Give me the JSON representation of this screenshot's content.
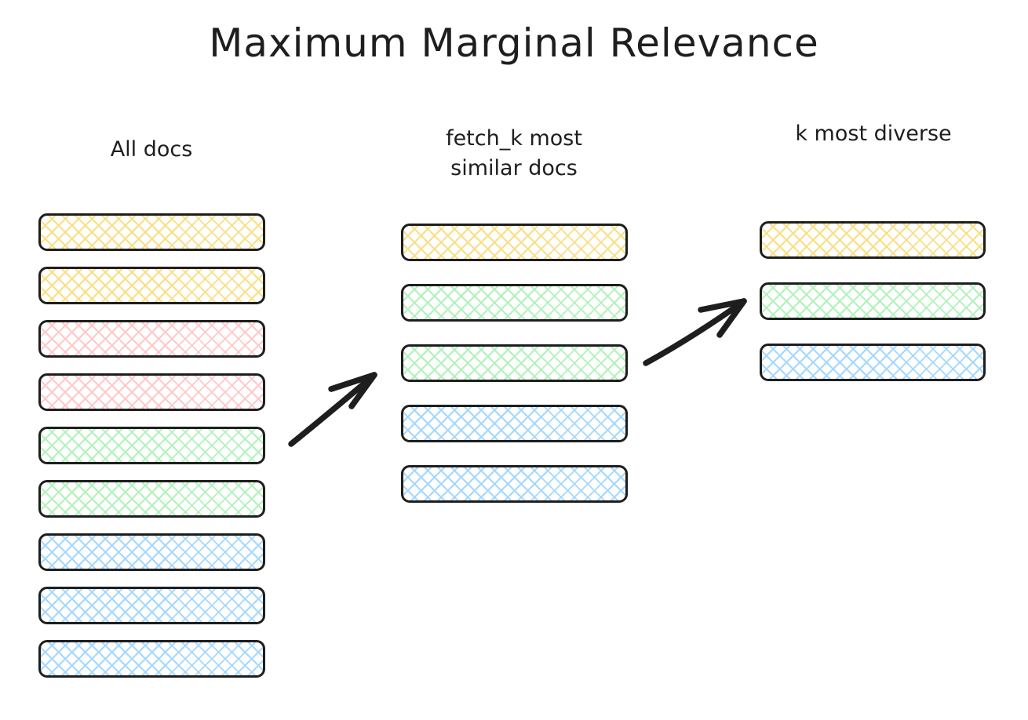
{
  "title": "Maximum Marginal Relevance",
  "palette": {
    "stroke": "#1e1e1e",
    "yellow": "#f9df85",
    "red": "#ffc9c9",
    "green": "#b2f2bb",
    "blue": "#a5d8ff"
  },
  "columns": [
    {
      "id": "all-docs",
      "label": "All docs",
      "docs": [
        "yellow",
        "yellow",
        "red",
        "red",
        "green",
        "green",
        "blue",
        "blue",
        "blue"
      ]
    },
    {
      "id": "fetch-k-most-similar",
      "label": "fetch_k most\nsimilar docs",
      "docs": [
        "yellow",
        "green",
        "green",
        "blue",
        "blue"
      ]
    },
    {
      "id": "k-most-diverse",
      "label": "k most diverse",
      "docs": [
        "yellow",
        "green",
        "blue"
      ]
    }
  ],
  "arrows": [
    {
      "name": "arrow-all-docs-to-fetch-k",
      "from": "all-docs",
      "to": "fetch-k-most-similar"
    },
    {
      "name": "arrow-fetch-k-to-k-most-diverse",
      "from": "fetch-k-most-similar",
      "to": "k-most-diverse"
    }
  ]
}
